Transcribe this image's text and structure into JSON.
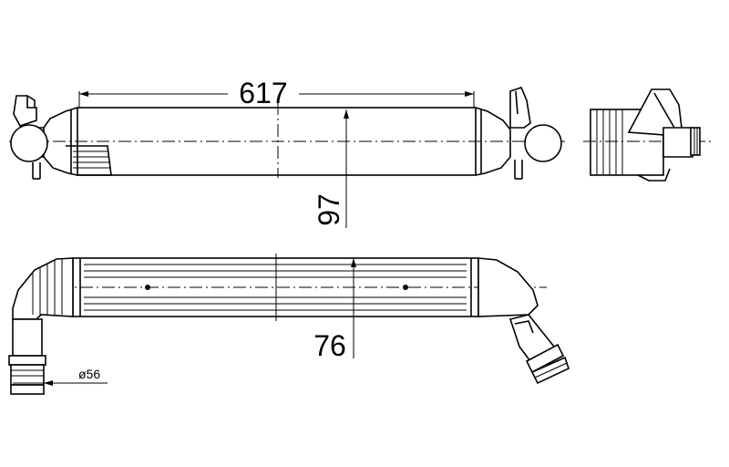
{
  "dimensions": {
    "length": "617",
    "height": "97",
    "depth": "76",
    "diameter": "ø56"
  }
}
